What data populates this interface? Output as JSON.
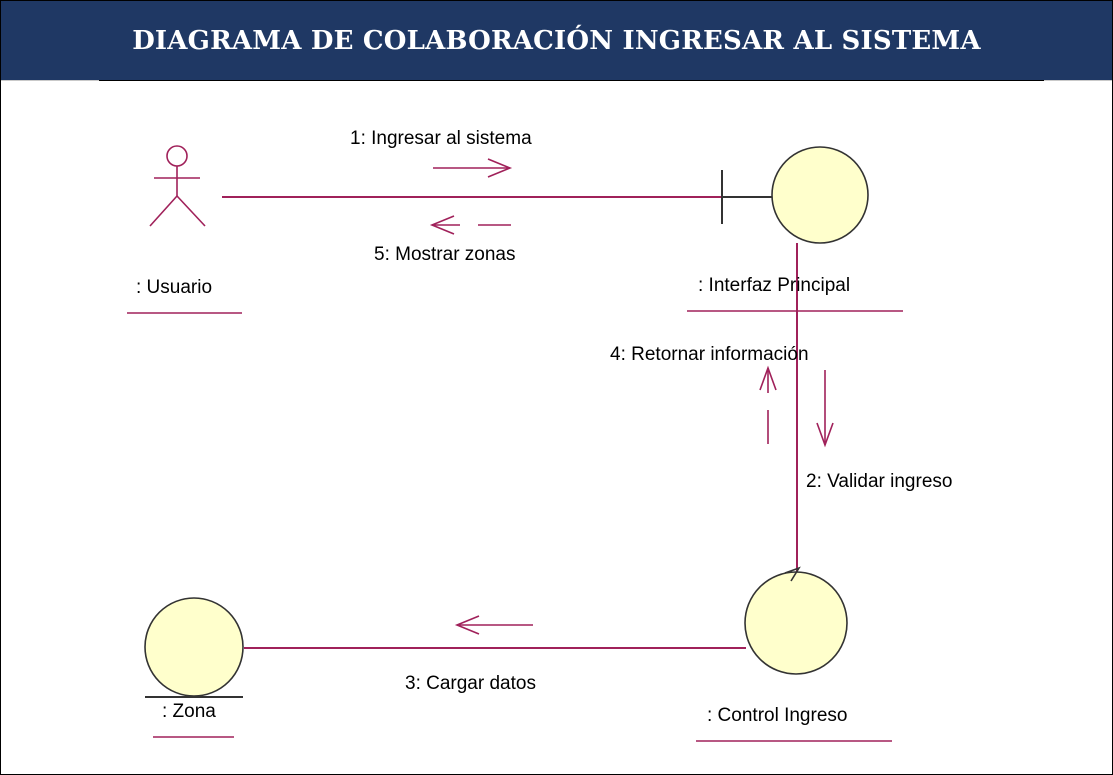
{
  "title": "DIAGRAMA DE COLABORACIÓN INGRESAR AL SISTEMA",
  "colors": {
    "header_bg": "#1f3864",
    "header_text": "#ffffff",
    "link": "#a0215a",
    "object_fill": "#ffffcc",
    "object_stroke": "#333333"
  },
  "objects": {
    "usuario": {
      "name": ": Usuario",
      "kind": "actor"
    },
    "interfaz": {
      "name": ": Interfaz Principal",
      "kind": "boundary"
    },
    "control": {
      "name": ": Control Ingreso",
      "kind": "control"
    },
    "zona": {
      "name": ": Zona",
      "kind": "entity"
    }
  },
  "messages": [
    {
      "label": "1: Ingresar al sistema",
      "from": ": Usuario",
      "to": ": Interfaz Principal"
    },
    {
      "label": "2: Validar ingreso",
      "from": ": Interfaz Principal",
      "to": ": Control Ingreso"
    },
    {
      "label": "3: Cargar datos",
      "from": ": Control Ingreso",
      "to": ": Zona"
    },
    {
      "label": "4: Retornar información",
      "from": ": Control Ingreso",
      "to": ": Interfaz Principal"
    },
    {
      "label": "5: Mostrar zonas",
      "from": ": Interfaz Principal",
      "to": ": Usuario"
    }
  ]
}
